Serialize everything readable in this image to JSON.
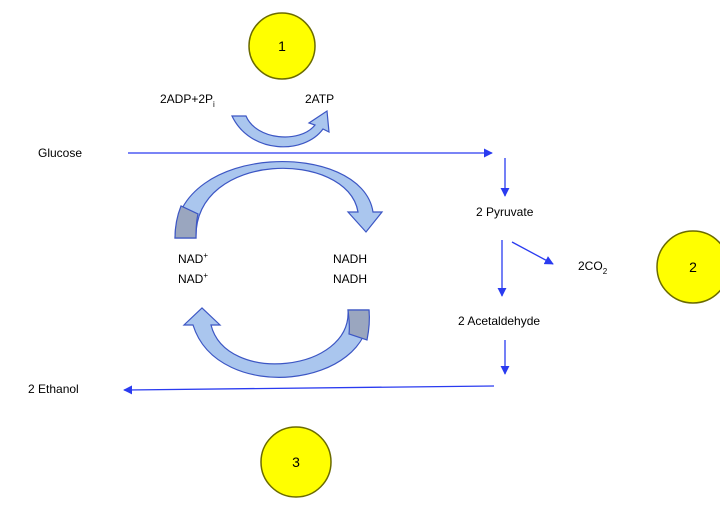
{
  "colors": {
    "arrow_blue": "#2a3bf0",
    "arc_fill_light": "#aac6ee",
    "arc_fill_dark": "#9aa6bf",
    "arc_stroke": "#3c56c4",
    "marker_fill": "#ffff00",
    "marker_stroke": "#6b6b00"
  },
  "markers": [
    {
      "number": "1"
    },
    {
      "number": "2"
    },
    {
      "number": "3"
    }
  ],
  "labels": {
    "glucose": "Glucose",
    "adp": "2ADP+2P",
    "adp_sub": "i",
    "atp": "2ATP",
    "pyruvate": "2 Pyruvate",
    "co2": "2CO",
    "co2_sub": "2",
    "acetaldehyde": "2 Acetaldehyde",
    "ethanol": "2 Ethanol",
    "nad_1": "NAD",
    "nad_2": "NAD",
    "nad_sup": "+",
    "nadh_1": "NADH",
    "nadh_2": "NADH"
  }
}
